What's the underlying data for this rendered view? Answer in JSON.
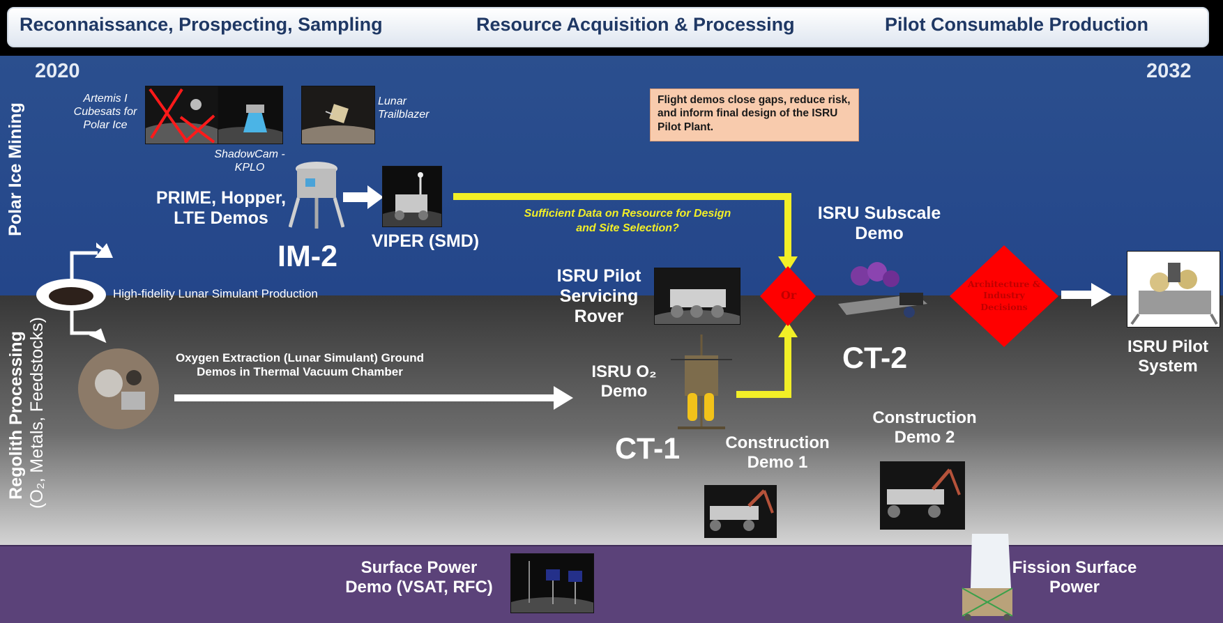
{
  "header": {
    "item1": "Reconnaissance, Prospecting, Sampling",
    "item2": "Resource Acquisition & Processing",
    "item3": "Pilot Consumable Production"
  },
  "timeline": {
    "start_year": "2020",
    "end_year": "2032"
  },
  "lanes": {
    "polar": "Polar Ice Mining",
    "regolith": "Regolith Processing",
    "regolith_sub": "(O₂, Metals, Feedstocks)"
  },
  "labels": {
    "artemis": "Artemis I Cubesats for Polar Ice",
    "shadowcam": "ShadowCam - KPLO",
    "trailblazer": "Lunar Trailblazer",
    "prime": "PRIME, Hopper, LTE Demos",
    "im2": "IM-2",
    "viper": "VIPER (SMD)",
    "callout": "Flight demos close gaps, reduce risk, and inform final design of the ISRU Pilot Plant.",
    "sufficient": "Sufficient Data on Resource for Design and Site Selection?",
    "subscale": "ISRU Subscale Demo",
    "simulant": "High-fidelity Lunar Simulant Production",
    "oxygen": "Oxygen Extraction (Lunar Simulant) Ground Demos in Thermal Vacuum Chamber",
    "servicing": "ISRU Pilot Servicing Rover",
    "o2demo": "ISRU O₂ Demo",
    "ct1": "CT-1",
    "ct2": "CT-2",
    "or": "Or",
    "arch": "Architecture & Industry Decisions",
    "pilot": "ISRU Pilot System",
    "cons1": "Construction Demo 1",
    "cons2": "Construction Demo 2",
    "surface_power": "Surface Power Demo (VSAT, RFC)",
    "fission": "Fission Surface Power"
  },
  "colors": {
    "polar_band": "#2b4f8e",
    "power_band": "#5b4279",
    "header_text": "#1f3864",
    "yellow_path": "#f2ef27",
    "decision_red": "#ff0000",
    "callout_bg": "#f8cbad"
  }
}
